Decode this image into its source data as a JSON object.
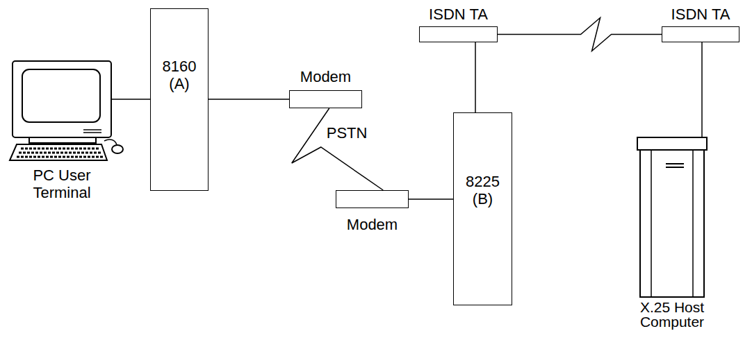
{
  "diagram": {
    "nodes": [
      {
        "text": [
          "PC User Terminal"
        ]
      },
      {
        "text": [
          "8160 (A)"
        ]
      },
      {
        "text": [
          "Modem"
        ]
      },
      {
        "text": [
          "Modem"
        ]
      },
      {
        "text": [
          "8225 (B)"
        ]
      },
      {
        "text": [
          "ISDN TA"
        ]
      },
      {
        "text": [
          "ISDN TA"
        ]
      },
      {
        "text": [
          "X.25 Host Computer"
        ]
      }
    ],
    "edges": [
      {
        "from": 0,
        "to": 1,
        "arrow": "none"
      },
      {
        "from": 1,
        "to": 2,
        "arrow": "none"
      },
      {
        "from": 2,
        "to": 3,
        "label": "PSTN",
        "arrow": "none"
      },
      {
        "from": 3,
        "to": 4,
        "arrow": "none"
      },
      {
        "from": 4,
        "to": 5,
        "arrow": "none"
      },
      {
        "from": 5,
        "to": 6,
        "arrow": "none"
      },
      {
        "from": 6,
        "to": 7,
        "arrow": "none"
      }
    ]
  }
}
